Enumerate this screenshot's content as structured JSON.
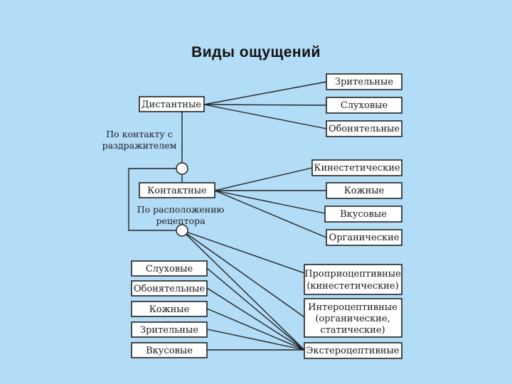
{
  "title": "Виды ощущений",
  "distant": "Дистантные",
  "contact": "Контактные",
  "label_contact": [
    "По контакту с",
    "раздражителем"
  ],
  "label_location": [
    "По расположению",
    "рецептора"
  ],
  "distant_types": [
    "Зрительные",
    "Слуховые",
    "Обонятельные"
  ],
  "contact_types": [
    "Кинестетические",
    "Кожные",
    "Вкусовые",
    "Органические"
  ],
  "left_types": [
    "Слуховые",
    "Обонятельные",
    "Кожные",
    "Зрительные",
    "Вкусовые"
  ],
  "proprio": [
    "Проприоцептивные",
    "(кинестетические)"
  ],
  "intero": [
    "Интероцептивные",
    "(органические,",
    "статические)"
  ],
  "extero": "Экстероцептивные"
}
